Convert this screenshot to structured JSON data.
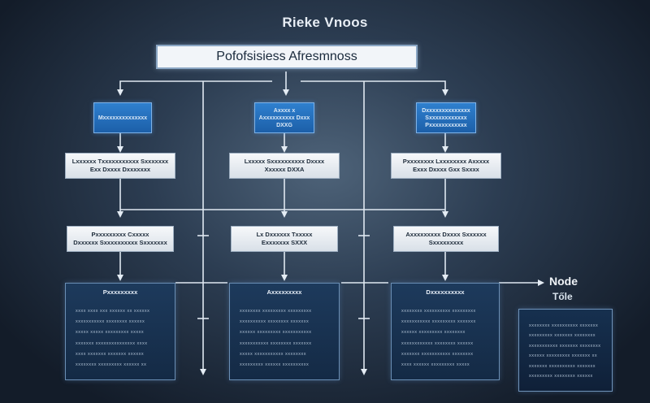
{
  "diagram": {
    "title": "Rieke Vnoos",
    "top_box": "Pofofsisiess Afresmnoss",
    "columns": [
      {
        "blue": [
          "Mxxxxxxxxxxxxxx"
        ],
        "gray1": [
          "Lxxxxxx Txxxxxxxxxxx Sxxxxxxx",
          "Exx Dxxxx Dxxxxxxx"
        ],
        "gray2": [
          "Pxxxxxxxxx Cxxxxx",
          "Dxxxxxx Sxxxxxxxxxx Sxxxxxxx"
        ],
        "panel": {
          "title": "Pxxxxxxxxx",
          "lines": [
            "xxxx xxxx xxx xxxxxx xx xxxxxx",
            "xxxxxxxxxxx xxxxxxxx xxxxxx",
            "xxxxx xxxxx xxxxxxxxx xxxxx",
            "xxxxxxx xxxxxxxxxxxxxxx xxxx",
            "xxxx xxxxxxx xxxxxxx xxxxxx",
            "xxxxxxxx xxxxxxxxx xxxxxx xx"
          ]
        }
      },
      {
        "blue": [
          "Axxxx x",
          "Axxxxxxxxxx Dxxx",
          "DXXG"
        ],
        "gray1": [
          "Lxxxxx Sxxxxxxxxxx Dxxxx",
          "Xxxxxx DXXA"
        ],
        "gray2": [
          "Lx Dxxxxxx Txxxxx",
          "Exxxxxxx SXXX"
        ],
        "panel": {
          "title": "Axxxxxxxxx",
          "lines": [
            "xxxxxxxx xxxxxxxxx xxxxxxxxx",
            "xxxxxxxxxx xxxxxxxx xxxxxxx",
            "xxxxxx xxxxxxxxx xxxxxxxxxxx",
            "xxxxxxxxxxx xxxxxxxx xxxxxxx",
            "xxxxx xxxxxxxxxxx xxxxxxxx",
            "xxxxxxxxx xxxxxx xxxxxxxxxx"
          ]
        }
      },
      {
        "blue": [
          "Dxxxxxxxxxxxxxx",
          "Sxxxxxxxxxxxx",
          "Pxxxxxxxxxxxx"
        ],
        "gray1": [
          "Pxxxxxxxx Lxxxxxxxx Axxxxx",
          "Exxx Dxxxx Gxx Sxxxx"
        ],
        "gray2": [
          "Axxxxxxxxx Dxxxx Sxxxxxx",
          "Sxxxxxxxxx"
        ],
        "panel": {
          "title": "Dxxxxxxxxxx",
          "lines": [
            "xxxxxxxx xxxxxxxxxx xxxxxxxxx",
            "xxxxxxxxxxx xxxxxxxxx xxxxxxx",
            "xxxxxx xxxxxxxxx xxxxxxxx",
            "xxxxxxxxxxxx xxxxxxxx xxxxxx",
            "xxxxxxx xxxxxxxxxxx xxxxxxxx",
            "xxxx xxxxxx xxxxxxxxx xxxxx"
          ]
        }
      }
    ],
    "note": {
      "label": "Node",
      "sub": "Tőle",
      "lines": [
        "xxxxxxxx xxxxxxxxxx xxxxxxx",
        "xxxxxxxxx xxxxxxx xxxxxxxx",
        "xxxxxxxxxxx xxxxxxx xxxxxxxx",
        "xxxxxx xxxxxxxxx xxxxxxx xx",
        "xxxxxxx xxxxxxxxxx xxxxxxx",
        "xxxxxxxxx xxxxxxxx xxxxxx"
      ]
    },
    "colors": {
      "blue_box": "#2a75c4",
      "panel": "#1a3555",
      "line": "#dfe8f1"
    }
  }
}
